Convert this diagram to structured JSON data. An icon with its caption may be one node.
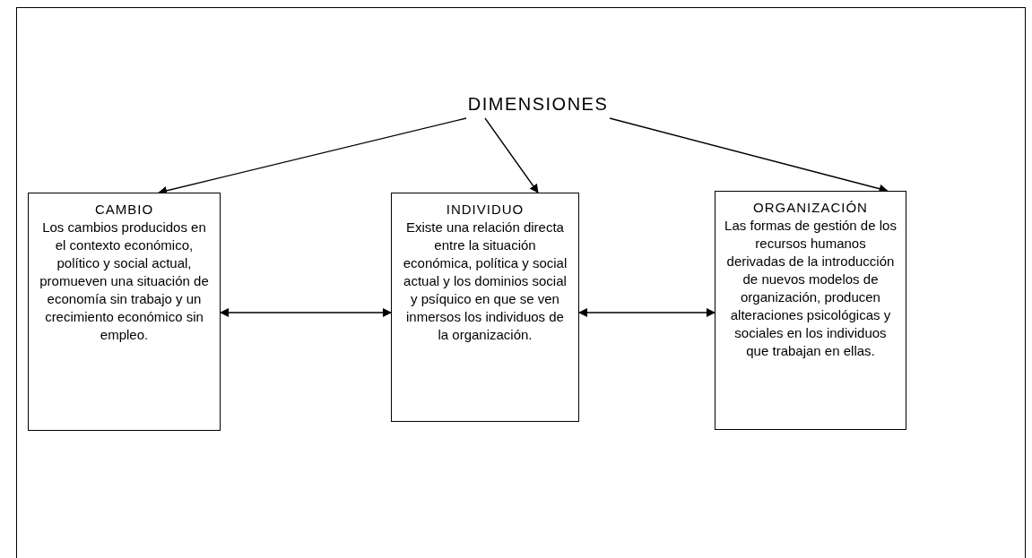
{
  "diagram": {
    "nodes": [
      {
        "text": [
          "DIMENSIONES"
        ]
      },
      {
        "text": [
          "CAMBIO",
          "Los cambios producidos en el contexto económico, político y social actual, promueven una situación de economía sin trabajo y un crecimiento económico sin empleo."
        ]
      },
      {
        "text": [
          "INDIVIDUO",
          "Existe una relación directa entre la situación económica, política y social actual y los dominios social y psíquico en que se ven inmersos los individuos de la organización."
        ]
      },
      {
        "text": [
          "ORGANIZACIÓN",
          "Las formas de gestión de los recursos humanos derivadas de la introducción de nuevos modelos de organización, producen alteraciones psicológicas y sociales en los individuos que trabajan en ellas."
        ]
      }
    ],
    "edges": [
      {
        "from": 0,
        "to": 1,
        "arrow": "to"
      },
      {
        "from": 0,
        "to": 2,
        "arrow": "to"
      },
      {
        "from": 0,
        "to": 3,
        "arrow": "to"
      },
      {
        "from": 1,
        "to": 2,
        "arrow": "both"
      },
      {
        "from": 2,
        "to": 3,
        "arrow": "both"
      }
    ]
  }
}
